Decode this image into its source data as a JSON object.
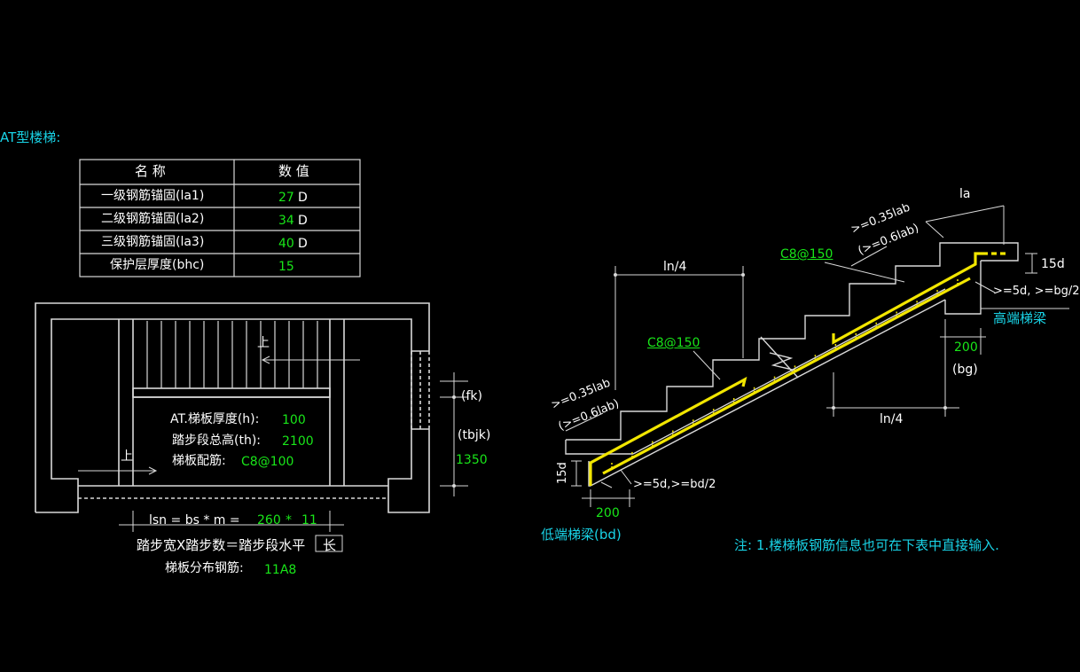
{
  "heading": "AT型楼梯:",
  "table": {
    "headers": [
      "名 称",
      "数 值"
    ],
    "rows": [
      {
        "name": "一级钢筋锚固(la1)",
        "value": "27",
        "unit": "D"
      },
      {
        "name": "二级钢筋锚固(la2)",
        "value": "34",
        "unit": "D"
      },
      {
        "name": "三级钢筋锚固(la3)",
        "value": "40",
        "unit": "D"
      },
      {
        "name": "保护层厚度(bhc)",
        "value": "15",
        "unit": ""
      }
    ]
  },
  "plan": {
    "up_arrow_top": "上",
    "up_arrow_bottom": "上",
    "thickness_label": "AT.梯板厚度(h):",
    "thickness_value": "100",
    "total_height_label": "踏步段总高(th):",
    "total_height_value": "2100",
    "rebar_label": "梯板配筋:",
    "rebar_value": "C8@100",
    "fk": "(fk)",
    "tbjk": "(tbjk)",
    "width_value": "1350",
    "lsn_formula_prefix": "lsn = bs * m =",
    "lsn_bs": "260",
    "lsn_mul": "*",
    "lsn_m": "11",
    "lsn_caption_main": "踏步宽X踏步数＝踏步段水平",
    "lsn_caption_box": "长",
    "dist_rebar_label": "梯板分布钢筋:",
    "dist_rebar_value": "11A8"
  },
  "section": {
    "ln4_top": "ln/4",
    "ln4_bottom": "ln/4",
    "la": "la",
    "anchor_top_1": ">=0.35lab",
    "anchor_top_2": "(>=0.6lab)",
    "anchor_left_1": ">=0.35lab",
    "anchor_left_2": "(>=0.6lab)",
    "rebar_top": "C8@150",
    "rebar_mid": "C8@150",
    "d15_right": "15d",
    "d15_left": "15d",
    "embed_right": ">=5d, >=bg/2",
    "embed_left": ">=5d,>=bd/2",
    "high_beam": "高端梯梁",
    "low_beam": "低端梯梁(bd)",
    "bg_width": "200",
    "bg_label": "(bg)",
    "bd_width": "200"
  },
  "note": "注: 1.楼梯板钢筋信息也可在下表中直接输入."
}
